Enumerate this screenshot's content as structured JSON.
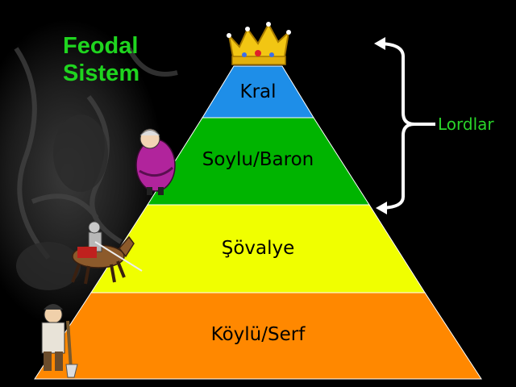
{
  "title": {
    "line1": "Feodal",
    "line2": "Sistem"
  },
  "tiers": [
    {
      "label": "Kral",
      "color": "#1e8ee8"
    },
    {
      "label": "Soylu/Baron",
      "color": "#00b400"
    },
    {
      "label": "Şövalye",
      "color": "#f0ff00"
    },
    {
      "label": "Köylü/Serf",
      "color": "#ff8800"
    }
  ],
  "bracket_label": "Lordlar",
  "icons": [
    "crown-icon",
    "noble-figure-icon",
    "knight-on-horse-icon",
    "peasant-with-shovel-icon"
  ],
  "colors": {
    "background": "#000000",
    "title": "#1fd51f",
    "bracket": "#ffffff",
    "bracket_label": "#2ad42a"
  }
}
